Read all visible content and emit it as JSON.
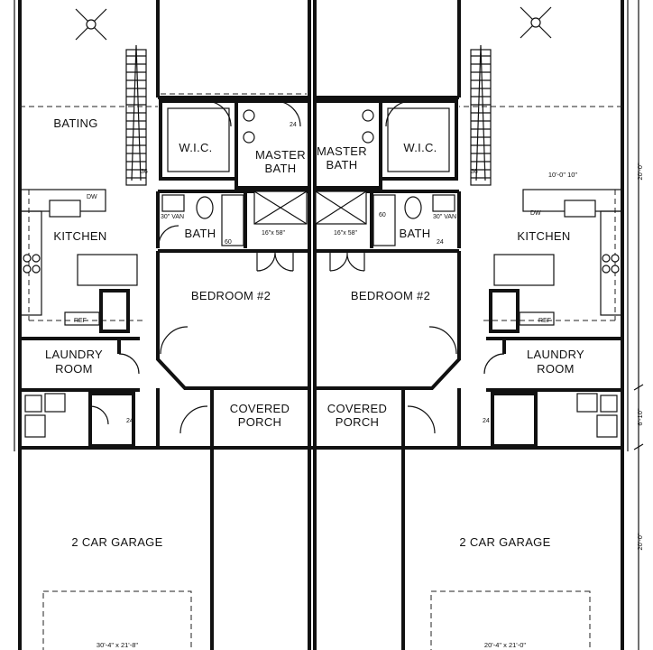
{
  "left_unit": {
    "eating": "BATING",
    "wic": "W.I.C.",
    "master_bath_line1": "MASTER",
    "master_bath_line2": "BATH",
    "kitchen": "KITCHEN",
    "bath": "BATH",
    "bedroom": "BEDROOM #2",
    "laundry_line1": "LAUNDRY",
    "laundry_line2": "ROOM",
    "porch_line1": "COVERED",
    "porch_line2": "PORCH",
    "garage": "2 CAR GARAGE",
    "garage_dim": "30'-4\" x 21'-8\"",
    "small_labels": [
      "36",
      "DW",
      "REF",
      "30\" VAN",
      "60",
      "16\"x 58\"",
      "24",
      "24"
    ]
  },
  "right_unit": {
    "wic": "W.I.C.",
    "master_bath_line1": "MASTER",
    "master_bath_line2": "BATH",
    "kitchen": "KITCHEN",
    "bath": "BATH",
    "bedroom": "BEDROOM #2",
    "laundry_line1": "LAUNDRY",
    "laundry_line2": "ROOM",
    "porch_line1": "COVERED",
    "porch_line2": "PORCH",
    "garage": "2 CAR GARAGE",
    "garage_dim": "20'-4\" x 21'-0\"",
    "small_labels": [
      "36",
      "DW",
      "REF",
      "30\" VAN",
      "60",
      "16\"x 58\"",
      "24",
      "24"
    ]
  },
  "dimensions": {
    "kitchen_width": "10'-0\"  10\"",
    "side_top": "20'-0\"",
    "side_mid": "6'-10\"",
    "side_bottom": "20'-0\""
  }
}
